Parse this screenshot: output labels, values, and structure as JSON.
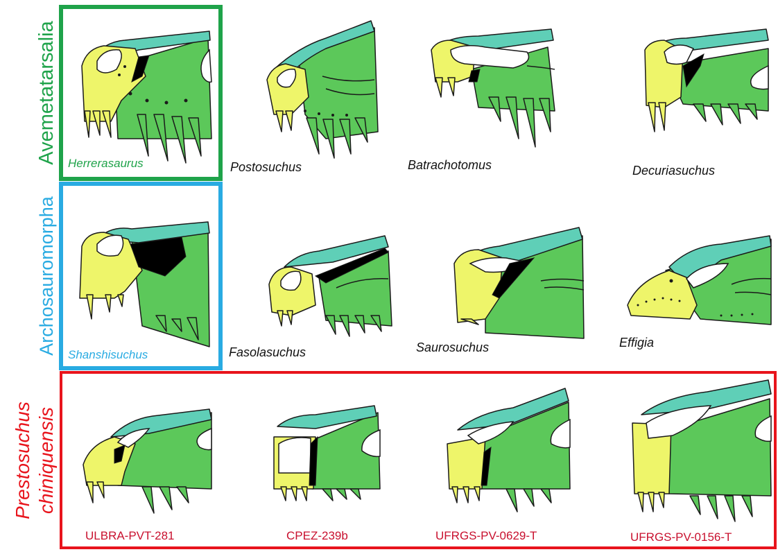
{
  "groups": {
    "avemetatarsalia": {
      "label": "Avemetatarsalia",
      "color": "#1fa34a"
    },
    "archosauromorpha": {
      "label": "Archosauromorpha",
      "color": "#29abe2"
    },
    "prestosuchus": {
      "label_line1": "Prestosuchus",
      "label_line2": "chiniquensis",
      "color": "#e8141c"
    }
  },
  "row1": {
    "herrerasaurus": "Herrerasaurus",
    "postosuchus": "Postosuchus",
    "batrachotomus": "Batrachotomus",
    "decuriasuchus": "Decuriasuchus"
  },
  "row2": {
    "shanshisuchus": "Shanshisuchus",
    "fasolasuchus": "Fasolasuchus",
    "saurosuchus": "Saurosuchus",
    "effigia": "Effigia"
  },
  "row3": {
    "s1": "ULBRA-PVT-281",
    "s2": "CPEZ-239b",
    "s3": "UFRGS-PV-0629-T",
    "s4": "UFRGS-PV-0156-T"
  },
  "colors": {
    "premaxilla": "#eef56a",
    "nasal": "#5fcfb7",
    "maxilla": "#5cc85a",
    "fenestra": "#000000",
    "outline": "#1a1a1a",
    "label_black": "#111111"
  }
}
